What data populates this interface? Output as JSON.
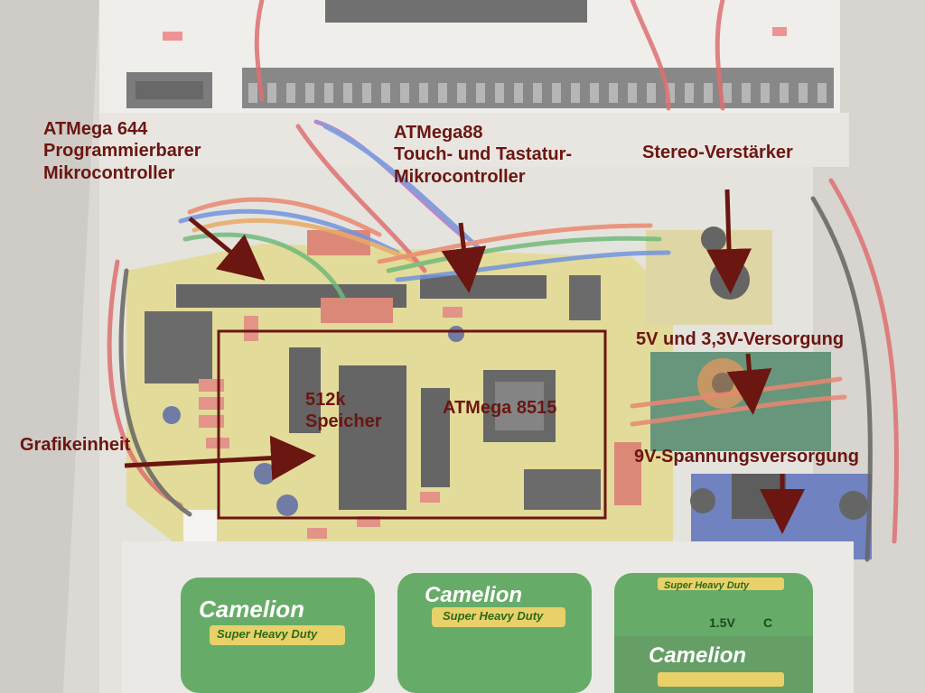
{
  "colors": {
    "annotation": "#6b1610",
    "pcb": "#d9cf6a",
    "case": "#e7e4df",
    "terminal_block": "#5b5b5b",
    "battery_green": "#2c8c2e"
  },
  "labels": {
    "atmega644": [
      "ATMega 644",
      "Programmierbarer",
      "Mikrocontroller"
    ],
    "atmega88": [
      "ATMega88",
      "Touch- und Tastatur-",
      "Mikrocontroller"
    ],
    "stereo": [
      "Stereo-Verstärker"
    ],
    "speicher": [
      "512k",
      "Speicher"
    ],
    "atmega8515": [
      "ATMega 8515"
    ],
    "versorgung5v": [
      "5V und 3,3V-Versorgung"
    ],
    "grafik": [
      "Grafikeinheit"
    ],
    "versorgung9v": [
      "9V-Spannungsversorgung"
    ]
  },
  "batteries": {
    "brand": "Camelion",
    "line": "Super Heavy Duty",
    "voltage": "1.5V",
    "size": "C"
  }
}
